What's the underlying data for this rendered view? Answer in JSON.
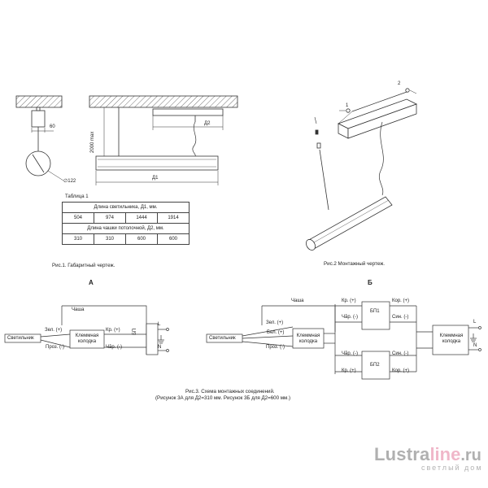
{
  "fig1": {
    "label_60": "60",
    "label_d2": "Д2",
    "label_2000": "2000 max",
    "label_d1": "Д1",
    "label_dia": "∅122",
    "caption": "Рис.1. Габаритный чертеж."
  },
  "table": {
    "title": "Таблица 1",
    "header_d1": "Длина светильника, Д1, мм.",
    "d1_values": [
      "504",
      "974",
      "1444",
      "1914"
    ],
    "header_d2": "Длина чашки потолочной, Д2, мм.",
    "d2_values": [
      "310",
      "310",
      "600",
      "600"
    ]
  },
  "fig2": {
    "label_1": "1",
    "label_2": "2",
    "caption": "Рис.2 Монтажный чертеж."
  },
  "scheme_a": {
    "title": "А",
    "chasha": "Чаша",
    "svetilnik": "Светильник",
    "zel": "Зел. (+)",
    "proz": "Проз. (-)",
    "klem": "Клеммная колодка",
    "kr": "Кр. (+)",
    "chr": "Чăр. (-)",
    "bp": "БП",
    "L": "L",
    "N": "N"
  },
  "scheme_b": {
    "title": "Б",
    "chasha": "Чаша",
    "svetilnik": "Светильник",
    "zel": "Зел. (+)",
    "bel": "Бел. (+)",
    "proz": "Проз. (-)",
    "klem_left": "Клеммная колодка",
    "kr1": "Кр. (+)",
    "chr1": "Чăр. (-)",
    "bp1": "БП1",
    "kor1": "Кор. (+)",
    "sin1": "Син. (-)",
    "chr2": "Чăр. (-)",
    "kr2": "Кр. (+)",
    "bp2": "БП2",
    "sin2": "Син. (-)",
    "kor2": "Кор. (+)",
    "klem_right": "Клеммная колодка",
    "L": "L",
    "N": "N"
  },
  "fig3": {
    "caption_line1": "Рис.3. Схема монтажных соединений.",
    "caption_line2": "(Рисунок 3А для Д2=310 мм. Рисунок 3Б для Д2=600 мм.)"
  },
  "logo": {
    "part1": "Lustra",
    "part2": "line",
    "part3": ".ru",
    "subtitle": "светлый дом"
  }
}
